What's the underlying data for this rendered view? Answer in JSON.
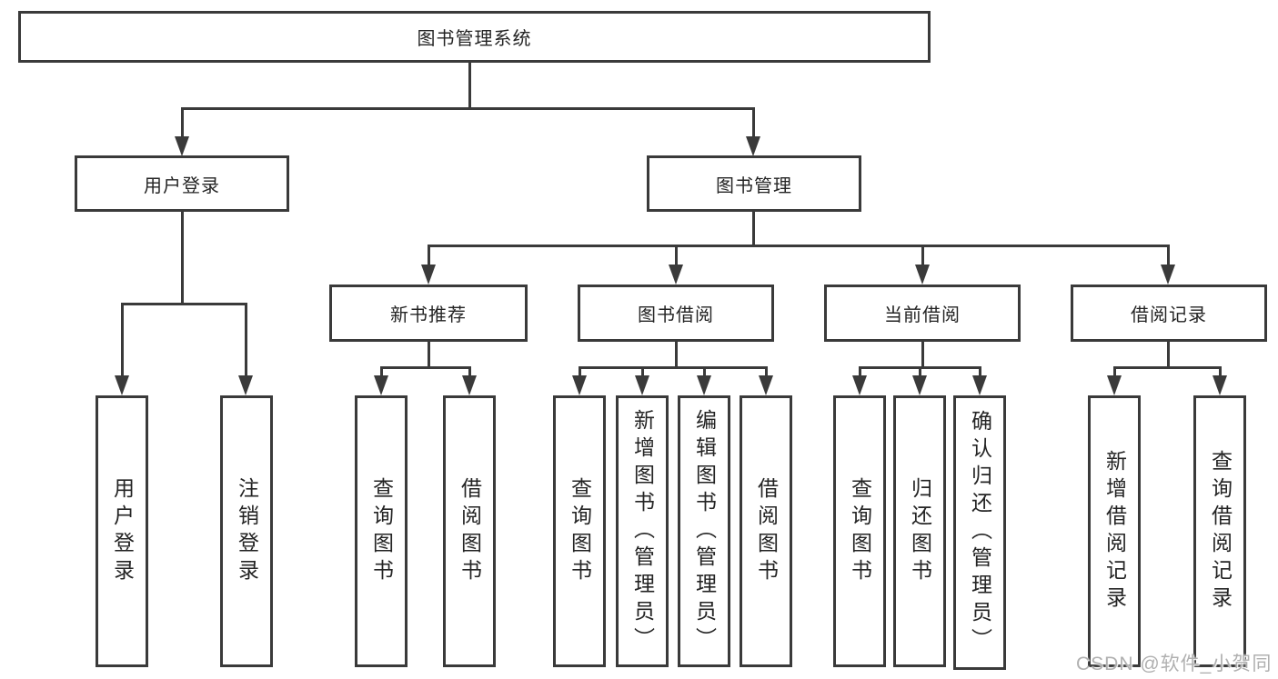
{
  "tree": {
    "root": {
      "label": "图书管理系统",
      "children": [
        {
          "label": "用户登录",
          "children": [
            {
              "label": "用户登录"
            },
            {
              "label": "注销登录"
            }
          ]
        },
        {
          "label": "图书管理",
          "children": [
            {
              "label": "新书推荐",
              "children": [
                {
                  "label": "查询图书"
                },
                {
                  "label": "借阅图书"
                }
              ]
            },
            {
              "label": "图书借阅",
              "children": [
                {
                  "label": "查询图书"
                },
                {
                  "label": "新增图书（管理员）"
                },
                {
                  "label": "编辑图书（管理员）"
                },
                {
                  "label": "借阅图书"
                }
              ]
            },
            {
              "label": "当前借阅",
              "children": [
                {
                  "label": "查询图书"
                },
                {
                  "label": "归还图书"
                },
                {
                  "label": "确认归还（管理员）"
                }
              ]
            },
            {
              "label": "借阅记录",
              "children": [
                {
                  "label": "新增借阅记录"
                },
                {
                  "label": "查询借阅记录"
                }
              ]
            }
          ]
        }
      ]
    }
  },
  "watermark": {
    "text": "CSDN @软件_小贺同学"
  },
  "colors": {
    "line": "#3a3a3a",
    "text": "#242424",
    "watermark": "#b0b0b0",
    "background": "#ffffff"
  }
}
